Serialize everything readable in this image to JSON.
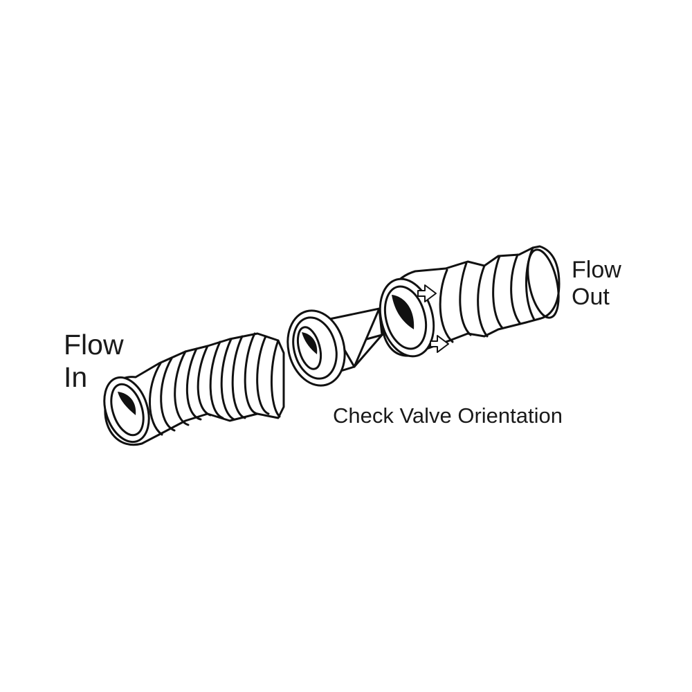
{
  "labels": {
    "flow_in_line1": "Flow",
    "flow_in_line2": "In",
    "flow_out_line1": "Flow",
    "flow_out_line2": "Out",
    "caption": "Check Valve Orientation"
  },
  "colors": {
    "line": "#111111",
    "fill": "#ffffff",
    "bore": "#111111"
  }
}
